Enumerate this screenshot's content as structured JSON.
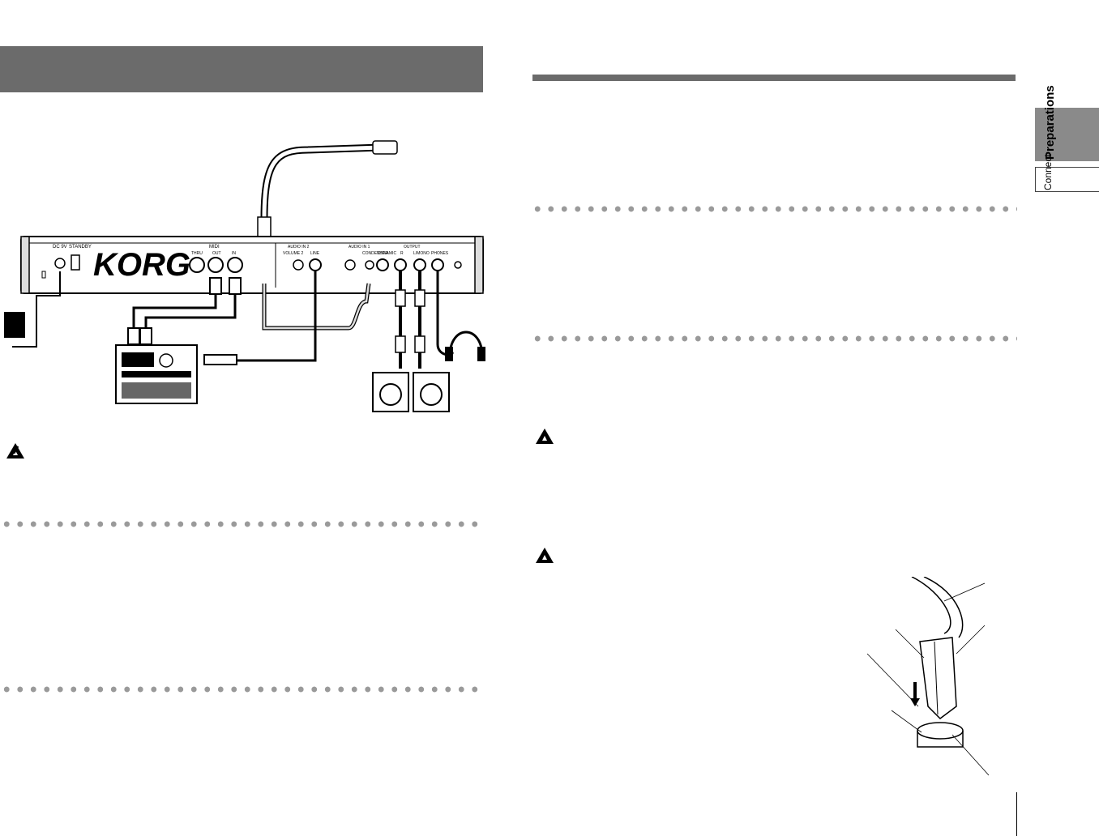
{
  "diagram": {
    "brand": "KORG",
    "rear_panel_labels": {
      "dc": "DC 9V",
      "standby": "STANDBY",
      "midi": "MIDI",
      "midi_thru": "THRU",
      "midi_out": "OUT",
      "midi_in": "IN",
      "audio_in2": "AUDIO IN 2",
      "volume2": "VOLUME 2",
      "line": "LINE",
      "audio_in1": "AUDIO IN 1",
      "condenser": "CONDENSER",
      "dynamic": "DYNAMIC",
      "output": "OUTPUT",
      "out_r": "R",
      "out_l": "L/MONO",
      "headphones": "PHONES"
    }
  },
  "sidebar": {
    "section_tab": "Preparations",
    "subsection_tab": "Connect"
  },
  "colors": {
    "header_bar": "#6b6b6b",
    "rule": "#6b6b6b",
    "dots": "#9a9a9a",
    "tab_dark": "#8a8a8a"
  }
}
